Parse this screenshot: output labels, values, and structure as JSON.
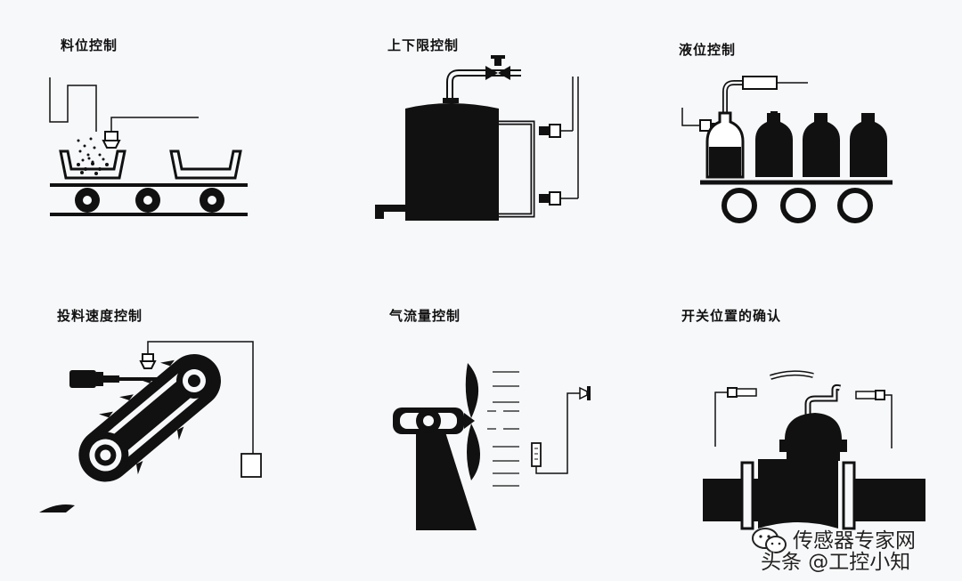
{
  "panels": [
    {
      "title": "料位控制"
    },
    {
      "title": "上下限控制"
    },
    {
      "title": "液位控制"
    },
    {
      "title": "投料速度控制"
    },
    {
      "title": "气流量控制"
    },
    {
      "title": "开关位置的确认"
    }
  ],
  "watermark": {
    "line1": "传感器专家网",
    "line2": "头条 @工控小知",
    "icon": "wechat-logo-icon"
  }
}
